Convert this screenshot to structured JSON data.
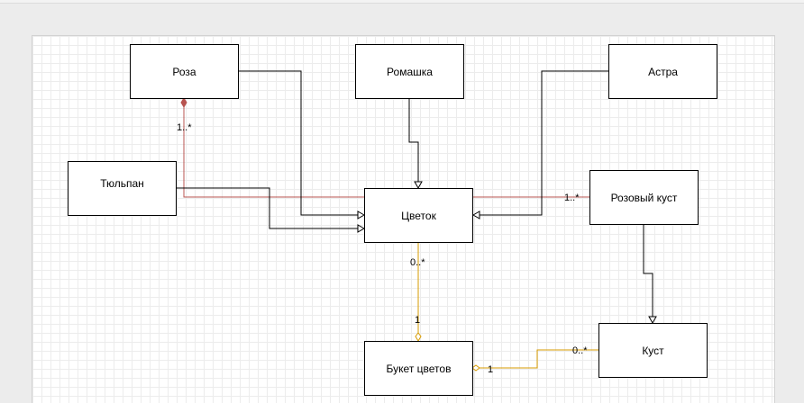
{
  "colors": {
    "generalization": "#000000",
    "composition_red": "#b85450",
    "aggregation_orange": "#d79b00",
    "box_border": "#000000",
    "grid": "#ececec"
  },
  "boxes": {
    "roza": "Роза",
    "romashka": "Ромашка",
    "astra": "Астра",
    "tyulpan": "Тюльпан",
    "tsvetok": "Цветок",
    "rozovy_kust": "Розовый куст",
    "buket": "Букет цветов",
    "kust": "Куст"
  },
  "multiplicities": {
    "roza_near": "1..*",
    "rozovy_kust_near": "1..*",
    "tsvetok_near": "0..*",
    "buket_top": "1",
    "buket_right": "1",
    "kust_near": "0..*"
  },
  "edge_names": {
    "roza_to_tsvetok": "generalization",
    "romashka_to_tsvetok": "generalization",
    "astra_to_tsvetok": "generalization",
    "tyulpan_to_tsvetok": "generalization",
    "rozovy_kust_to_kust": "generalization",
    "roza_rozovy_kust": "composition",
    "tsvetok_buket": "aggregation",
    "buket_kust": "aggregation"
  }
}
